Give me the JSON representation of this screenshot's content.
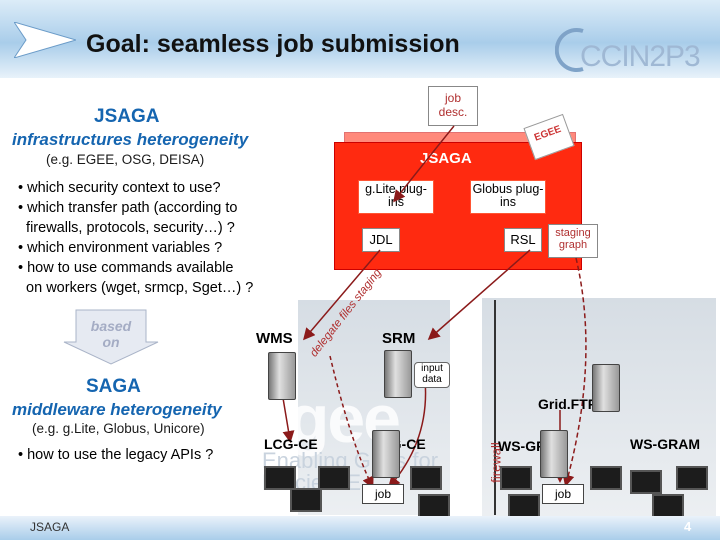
{
  "header": {
    "title": "Goal: seamless job submission",
    "logo": "CCIN2P3"
  },
  "left": {
    "jsaga_title": "JSAGA",
    "infra_title": "infrastructures heterogeneity",
    "infra_eg": "(e.g. EGEE, OSG, DEISA)",
    "bullets": [
      "• which security context to use?",
      "• which transfer path (according to",
      "  firewalls, protocols, security…) ?",
      "• which environment variables ?",
      "• how to use commands available",
      "  on workers (wget, srmcp, Sget…) ?"
    ],
    "based_on": "based on",
    "saga_title": "SAGA",
    "middleware_title": "middleware heterogeneity",
    "middleware_eg": "(e.g. g.Lite, Globus, Unicore)",
    "legacy": "• how to use the legacy APIs ?"
  },
  "diagram": {
    "job_desc": "job desc.",
    "egee_badge": "EGEE",
    "jsaga_bar": "JSAGA",
    "glite_plugins": "g.Lite plug-ins",
    "globus_plugins": "Globus plug-ins",
    "jdl": "JDL",
    "rsl": "RSL",
    "staging_graph": "staging graph",
    "delegate": "delegate files staging",
    "wms": "WMS",
    "srm": "SRM",
    "input_data": "input data",
    "gridftp": "Grid.FTP",
    "lcg_ce_1": "LCG-CE",
    "lcg_ce_2": "LCG-CE",
    "firewall": "firewall",
    "ws_gram_1": "WS-GRAM",
    "ws_gram_2": "WS-GRAM",
    "job_1": "job",
    "job_2": "job",
    "egee_bg": "egee",
    "egee_bg_sub": "Enabling Grids for E-sciencE"
  },
  "footer": {
    "left": "JSAGA",
    "page": "4"
  },
  "colors": {
    "accent_blue": "#1565b0",
    "jsaga_red": "#ff2a10",
    "arrow_red": "#c0392b"
  }
}
